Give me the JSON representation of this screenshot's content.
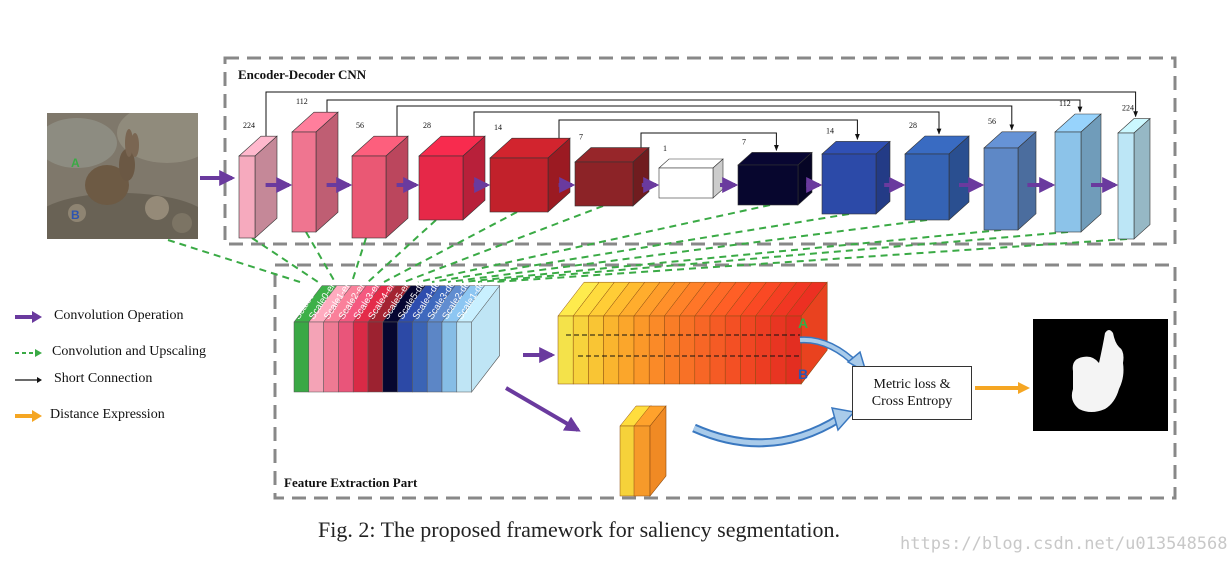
{
  "encoder_title": "Encoder-Decoder CNN",
  "feature_title": "Feature  Extraction Part",
  "caption": "Fig. 2: The proposed framework for saliency segmentation.",
  "watermark": "https://blog.csdn.net/u013548568",
  "legend": [
    {
      "label": "Convolution Operation",
      "kind": "conv",
      "color": "#6a3a9e"
    },
    {
      "label": "Convolution and  Upscaling",
      "kind": "upscale",
      "color": "#3aaa45"
    },
    {
      "label": "Short Connection",
      "kind": "short",
      "color": "#111111"
    },
    {
      "label": "Distance Expression",
      "kind": "distance",
      "color": "#f5a623"
    }
  ],
  "loss_box": {
    "line1": "Metric loss &",
    "line2": "Cross Entropy"
  },
  "point_labels": {
    "a": "A",
    "b": "B"
  },
  "blocks": [
    {
      "size": "224",
      "color": "#f6aabe"
    },
    {
      "size": "112",
      "color": "#ef7590"
    },
    {
      "size": "56",
      "color": "#ea5874"
    },
    {
      "size": "28",
      "color": "#e62848"
    },
    {
      "size": "14",
      "color": "#c2212b"
    },
    {
      "size": "7",
      "color": "#8c2327"
    },
    {
      "size": "1",
      "color": "#ffffff"
    },
    {
      "size": "7",
      "color": "#07062e"
    },
    {
      "size": "14",
      "color": "#2c4aa8"
    },
    {
      "size": "28",
      "color": "#3563b4"
    },
    {
      "size": "56",
      "color": "#5e88c6"
    },
    {
      "size": "112",
      "color": "#8cc3e9"
    },
    {
      "size": "224",
      "color": "#bce6f6"
    }
  ],
  "scale_slices": [
    {
      "label": "Scale0-or",
      "color": "#3aa845"
    },
    {
      "label": "Scale0-en",
      "color": "#f4a3b6"
    },
    {
      "label": "Scale1-en",
      "color": "#ee7a93"
    },
    {
      "label": "Scale2-en",
      "color": "#e9557a"
    },
    {
      "label": "Scale3-en",
      "color": "#d92a46"
    },
    {
      "label": "Scale4-en",
      "color": "#9c2230"
    },
    {
      "label": "Scale5-en",
      "color": "#070730"
    },
    {
      "label": "Scale5-de",
      "color": "#2c49a6"
    },
    {
      "label": "Scale4-de",
      "color": "#3b64b5"
    },
    {
      "label": "Scale3-de",
      "color": "#5c86c6"
    },
    {
      "label": "Scale2-de",
      "color": "#86bde6"
    },
    {
      "label": "Scale1-de",
      "color": "#bfe5f5"
    }
  ]
}
